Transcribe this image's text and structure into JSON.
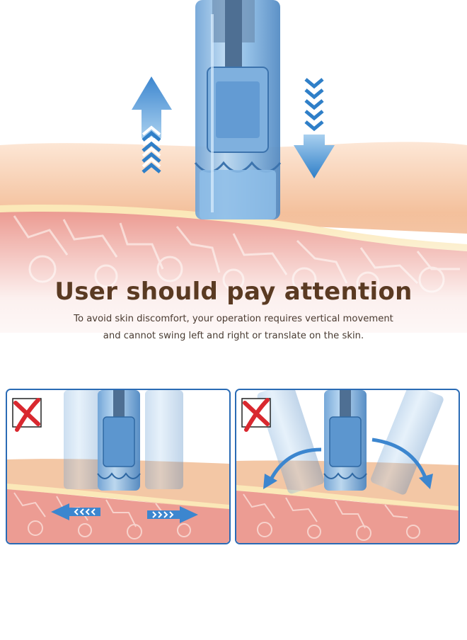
{
  "hero": {
    "title": "User should pay attention",
    "subtitle_line1": "To avoid skin discomfort, your operation requires vertical movement",
    "subtitle_line2": "and cannot swing left and right or translate on the skin."
  },
  "panels": [
    {
      "icon": "x-mark-icon",
      "motion": "horizontal-translate"
    },
    {
      "icon": "x-mark-icon",
      "motion": "side-swing"
    }
  ],
  "colors": {
    "title": "#5a3a22",
    "subtitle": "#4a3a30",
    "panel_border": "#2a6bb5",
    "arrow_blue": "#2f7fc8",
    "cross_red": "#d9282f",
    "skin": "#f2c4a2",
    "tissue": "#e98a86"
  }
}
